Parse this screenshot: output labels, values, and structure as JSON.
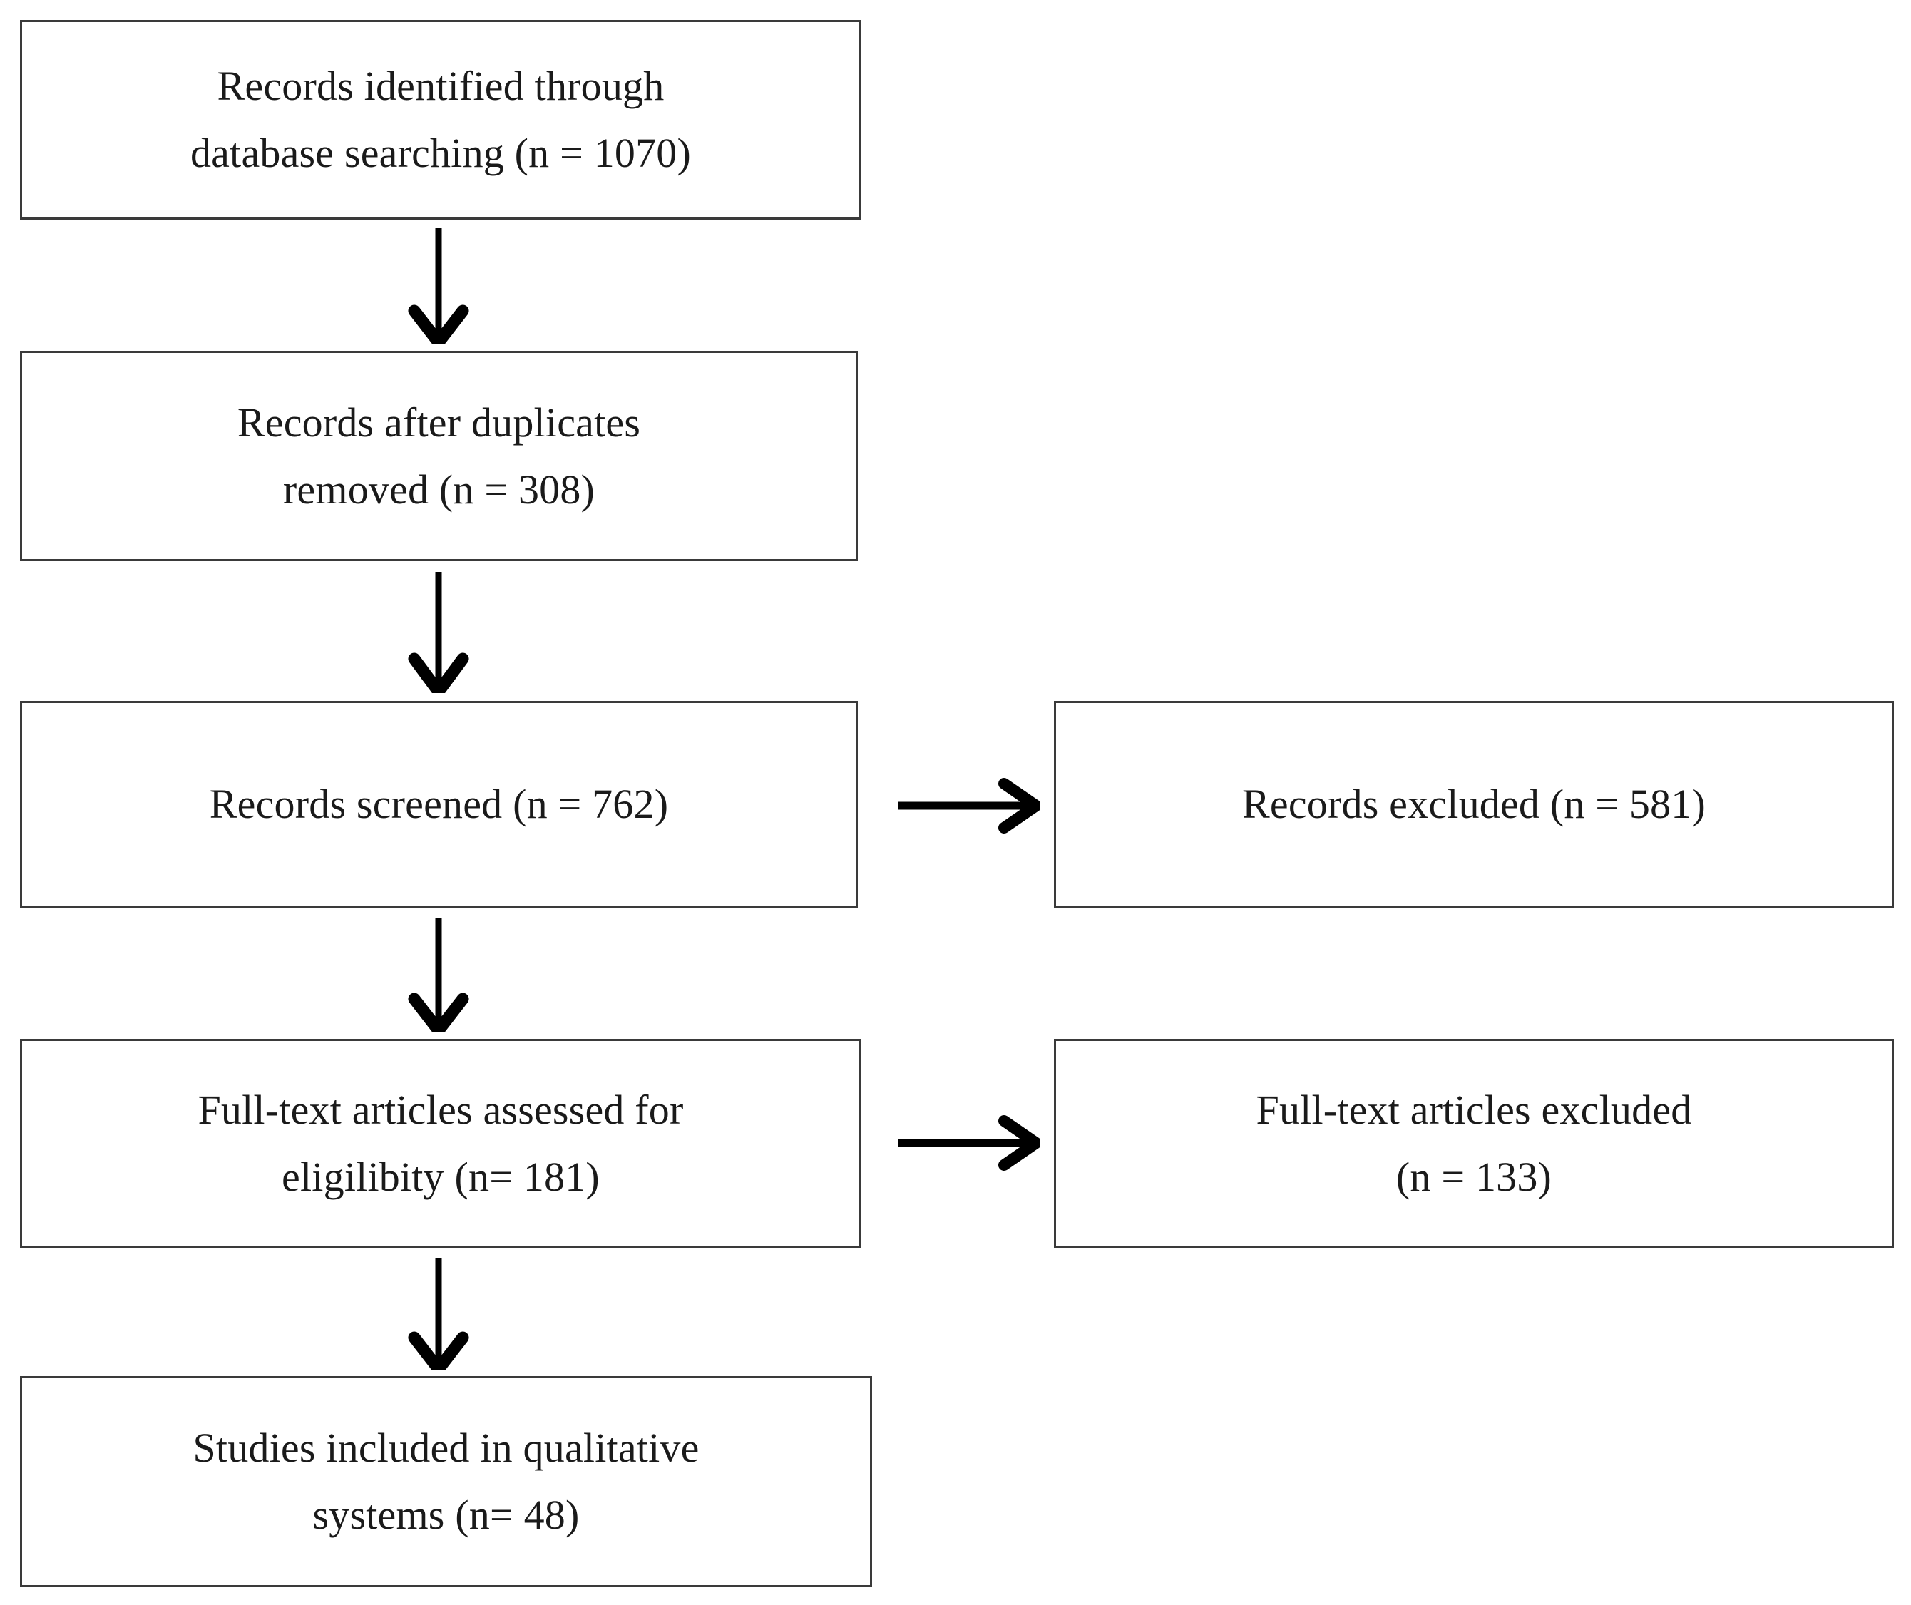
{
  "diagram": {
    "type": "prisma-flow-diagram",
    "colors": {
      "box_border": "#3a3a3a",
      "text": "#1a1a1a",
      "arrow": "#000000",
      "background": "#ffffff"
    },
    "nodes": [
      {
        "id": "identified",
        "name": "records-identified-box",
        "lines": [
          "Records identified through",
          "database searching (n = 1070)"
        ],
        "count": 1070,
        "column": "left",
        "row": 1
      },
      {
        "id": "duplicates_removed",
        "name": "records-after-duplicates-box",
        "lines": [
          "Records after duplicates",
          "removed (n = 308)"
        ],
        "count": 308,
        "column": "left",
        "row": 2
      },
      {
        "id": "screened",
        "name": "records-screened-box",
        "lines": [
          "Records screened (n = 762)"
        ],
        "count": 762,
        "column": "left",
        "row": 3
      },
      {
        "id": "records_excluded",
        "name": "records-excluded-box",
        "lines": [
          "Records excluded (n = 581)"
        ],
        "count": 581,
        "column": "right",
        "row": 3
      },
      {
        "id": "fulltext_assessed",
        "name": "full-text-assessed-box",
        "lines": [
          "Full-text articles assessed for",
          "eligilibity (n= 181)"
        ],
        "count": 181,
        "column": "left",
        "row": 4
      },
      {
        "id": "fulltext_excluded",
        "name": "full-text-excluded-box",
        "lines": [
          "Full-text articles excluded",
          "(n = 133)"
        ],
        "count": 133,
        "column": "right",
        "row": 4
      },
      {
        "id": "included",
        "name": "studies-included-box",
        "lines": [
          "Studies included in qualitative",
          "systems (n= 48)"
        ],
        "count": 48,
        "column": "left",
        "row": 5
      }
    ],
    "arrows": [
      {
        "id": "a1",
        "from": "identified",
        "to": "duplicates_removed",
        "direction": "down"
      },
      {
        "id": "a2",
        "from": "duplicates_removed",
        "to": "screened",
        "direction": "down"
      },
      {
        "id": "a3",
        "from": "screened",
        "to": "fulltext_assessed",
        "direction": "down"
      },
      {
        "id": "a4",
        "from": "fulltext_assessed",
        "to": "included",
        "direction": "down"
      },
      {
        "id": "a5",
        "from": "screened",
        "to": "records_excluded",
        "direction": "right"
      },
      {
        "id": "a6",
        "from": "fulltext_assessed",
        "to": "fulltext_excluded",
        "direction": "right"
      }
    ]
  }
}
